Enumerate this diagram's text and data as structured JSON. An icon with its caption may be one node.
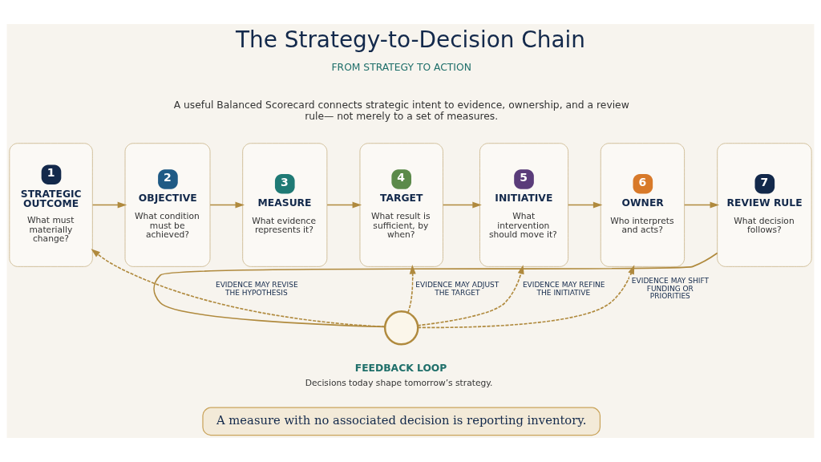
{
  "diagram": {
    "title": "The Strategy-to-Decision Chain",
    "nodes": [
      {
        "text": [
          "1",
          "STRATEGIC OUTCOME",
          "What must materially change?"
        ]
      },
      {
        "text": [
          "2",
          "OBJECTIVE",
          "What condition must be achieved?"
        ]
      },
      {
        "text": [
          "3",
          "MEASURE",
          "What evidence represents it?"
        ]
      },
      {
        "text": [
          "4",
          "TARGET",
          "What result is sufficient, by when?"
        ]
      },
      {
        "text": [
          "5",
          "INITIATIVE",
          "What intervention should move it?"
        ]
      },
      {
        "text": [
          "6",
          "OWNER",
          "Who interprets and acts?"
        ]
      },
      {
        "text": [
          "7",
          "REVIEW RULE",
          "What decision follows?"
        ]
      },
      {
        "text": [],
        "shape": "circle",
        "beside": [
          "FEEDBACK LOOP",
          "Decisions today shape tomorrow’s strategy."
        ]
      },
      {
        "text": [
          "A measure with no associated decision is reporting inventory."
        ]
      }
    ],
    "edges": [
      {
        "from": 0,
        "to": 1,
        "arrow": "to"
      },
      {
        "from": 1,
        "to": 2,
        "arrow": "to"
      },
      {
        "from": 2,
        "to": 3,
        "arrow": "to"
      },
      {
        "from": 3,
        "to": 4,
        "arrow": "to"
      },
      {
        "from": 4,
        "to": 5,
        "arrow": "to"
      },
      {
        "from": 5,
        "to": 6,
        "arrow": "to"
      },
      {
        "from": 6,
        "to": 7,
        "arrow": "none"
      },
      {
        "from": 7,
        "to": 0,
        "arrow": "to",
        "style": "dashed",
        "label": "EVIDENCE MAY REVISE THE HYPOTHESIS"
      },
      {
        "from": 7,
        "to": 3,
        "arrow": "to",
        "style": "dashed",
        "label": "EVIDENCE MAY ADJUST THE TARGET"
      },
      {
        "from": 7,
        "to": 4,
        "arrow": "to",
        "style": "dashed",
        "label": "EVIDENCE MAY REFINE THE INITIATIVE"
      },
      {
        "from": 7,
        "to": 5,
        "arrow": "to",
        "style": "dashed",
        "label": "EVIDENCE MAY SHIFT FUNDING OR PRIORITIES"
      }
    ],
    "labels": [
      "FROM STRATEGY TO ACTION",
      "A useful Balanced Scorecard connects strategic intent to evidence, ownership, and a review rule— not merely to a set of measures."
    ]
  }
}
